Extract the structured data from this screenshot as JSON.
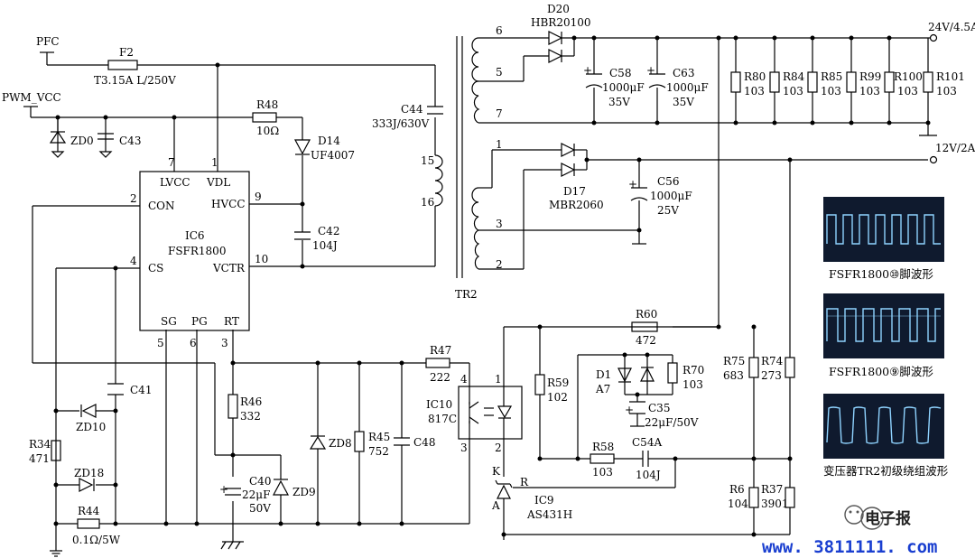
{
  "supply": {
    "pfc": "PFC",
    "pwm_vcc": "PWM_VCC",
    "out24": "24V/4.5A",
    "out12": "12V/2A"
  },
  "ic6": {
    "ref": "IC6",
    "part": "FSFR1800",
    "pins": {
      "lvcc": "LVCC",
      "vdl": "VDL",
      "con": "CON",
      "hvcc": "HVCC",
      "cs": "CS",
      "vctr": "VCTR",
      "sg": "SG",
      "pg": "PG",
      "rt": "RT"
    },
    "pin_numbers": {
      "lvcc": "7",
      "vdl": "1",
      "con": "2",
      "hvcc": "9",
      "cs": "4",
      "vctr": "10",
      "sg": "5",
      "pg": "6",
      "rt": "3"
    }
  },
  "components": {
    "f2": {
      "ref": "F2",
      "value": "T3.15A L/250V"
    },
    "r48": {
      "ref": "R48",
      "value": "10Ω"
    },
    "d14": {
      "ref": "D14",
      "value": "UF4007"
    },
    "zd0": {
      "ref": "ZD0"
    },
    "c43": {
      "ref": "C43"
    },
    "c42": {
      "ref": "C42",
      "value": "104J"
    },
    "c44": {
      "ref": "C44",
      "value": "333J/630V"
    },
    "tr2": {
      "ref": "TR2",
      "pins": [
        "6",
        "5",
        "7",
        "15",
        "16",
        "1",
        "3",
        "2"
      ]
    },
    "d20": {
      "ref": "D20",
      "value": "HBR20100"
    },
    "d17": {
      "ref": "D17",
      "value": "MBR2060"
    },
    "c58": {
      "ref": "C58",
      "value": "1000μF",
      "voltage": "35V"
    },
    "c63": {
      "ref": "C63",
      "value": "1000μF",
      "voltage": "35V"
    },
    "c56": {
      "ref": "C56",
      "value": "1000μF",
      "voltage": "25V"
    },
    "r80": {
      "ref": "R80",
      "value": "103"
    },
    "r84": {
      "ref": "R84",
      "value": "103"
    },
    "r85": {
      "ref": "R85",
      "value": "103"
    },
    "r99": {
      "ref": "R99",
      "value": "103"
    },
    "r100": {
      "ref": "R100",
      "value": "103"
    },
    "r101": {
      "ref": "R101",
      "value": "103"
    },
    "c41": {
      "ref": "C41"
    },
    "zd10": {
      "ref": "ZD10"
    },
    "zd18": {
      "ref": "ZD18"
    },
    "r34": {
      "ref": "R34",
      "value": "471"
    },
    "r44": {
      "ref": "R44",
      "value": "0.1Ω/5W"
    },
    "r46": {
      "ref": "R46",
      "value": "332"
    },
    "c40": {
      "ref": "C40",
      "value": "22μF",
      "voltage": "50V"
    },
    "zd9": {
      "ref": "ZD9"
    },
    "zd8": {
      "ref": "ZD8"
    },
    "r45": {
      "ref": "R45",
      "value": "752"
    },
    "c48": {
      "ref": "C48"
    },
    "r47": {
      "ref": "R47",
      "value": "222"
    },
    "ic10": {
      "ref": "IC10",
      "value": "817C",
      "pins": [
        "4",
        "1",
        "3",
        "2"
      ]
    },
    "r60": {
      "ref": "R60",
      "value": "472"
    },
    "r59": {
      "ref": "R59",
      "value": "102"
    },
    "d1": {
      "ref": "D1",
      "value": "A7"
    },
    "r70": {
      "ref": "R70",
      "value": "103"
    },
    "c35": {
      "ref": "C35",
      "value": "22μF/50V"
    },
    "r75": {
      "ref": "R75",
      "value": "683"
    },
    "r74": {
      "ref": "R74",
      "value": "273"
    },
    "r58": {
      "ref": "R58",
      "value": "103"
    },
    "c54a": {
      "ref": "C54A",
      "value": "104J"
    },
    "ic9": {
      "ref": "IC9",
      "value": "AS431H",
      "pins": {
        "k": "K",
        "r": "R",
        "a": "A"
      }
    },
    "r6": {
      "ref": "R6",
      "value": "104"
    },
    "r37": {
      "ref": "R37",
      "value": "3901"
    }
  },
  "waveforms": [
    {
      "caption": "FSFR1800⑩脚波形"
    },
    {
      "caption": "FSFR1800⑨脚波形"
    },
    {
      "caption": "变压器TR2初级绕组波形"
    }
  ],
  "brand": {
    "name": "电子报",
    "url": "www. 3811111. com"
  }
}
